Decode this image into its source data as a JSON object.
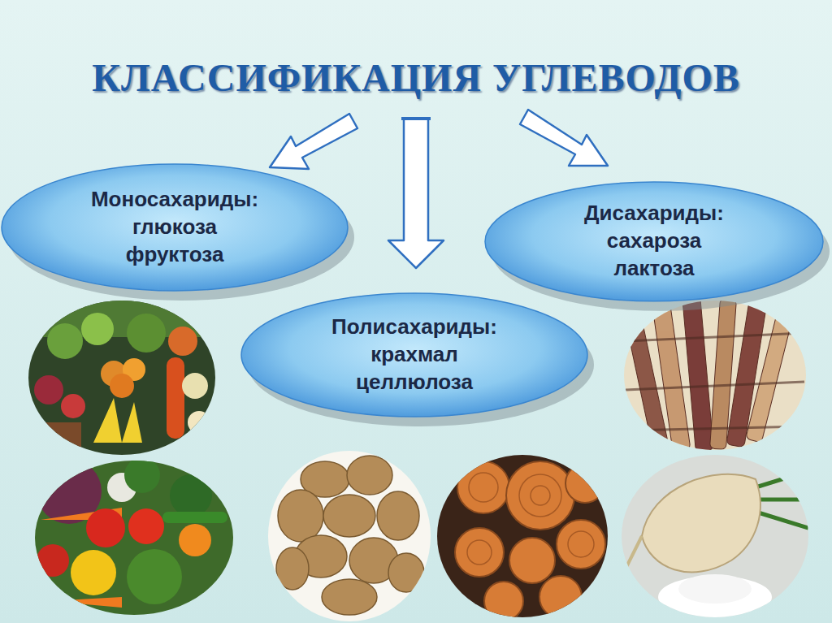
{
  "diagram": {
    "title": "КЛАССИФИКАЦИЯ УГЛЕВОДОВ",
    "nodes": [
      {
        "text": [
          "Моносахариды:",
          "глюкоза",
          "фруктоза"
        ]
      },
      {
        "text": [
          "Дисахариды:",
          "сахароза",
          "лактоза"
        ]
      },
      {
        "text": [
          "Полисахариды:",
          "крахмал",
          "целлюлоза"
        ]
      }
    ]
  }
}
